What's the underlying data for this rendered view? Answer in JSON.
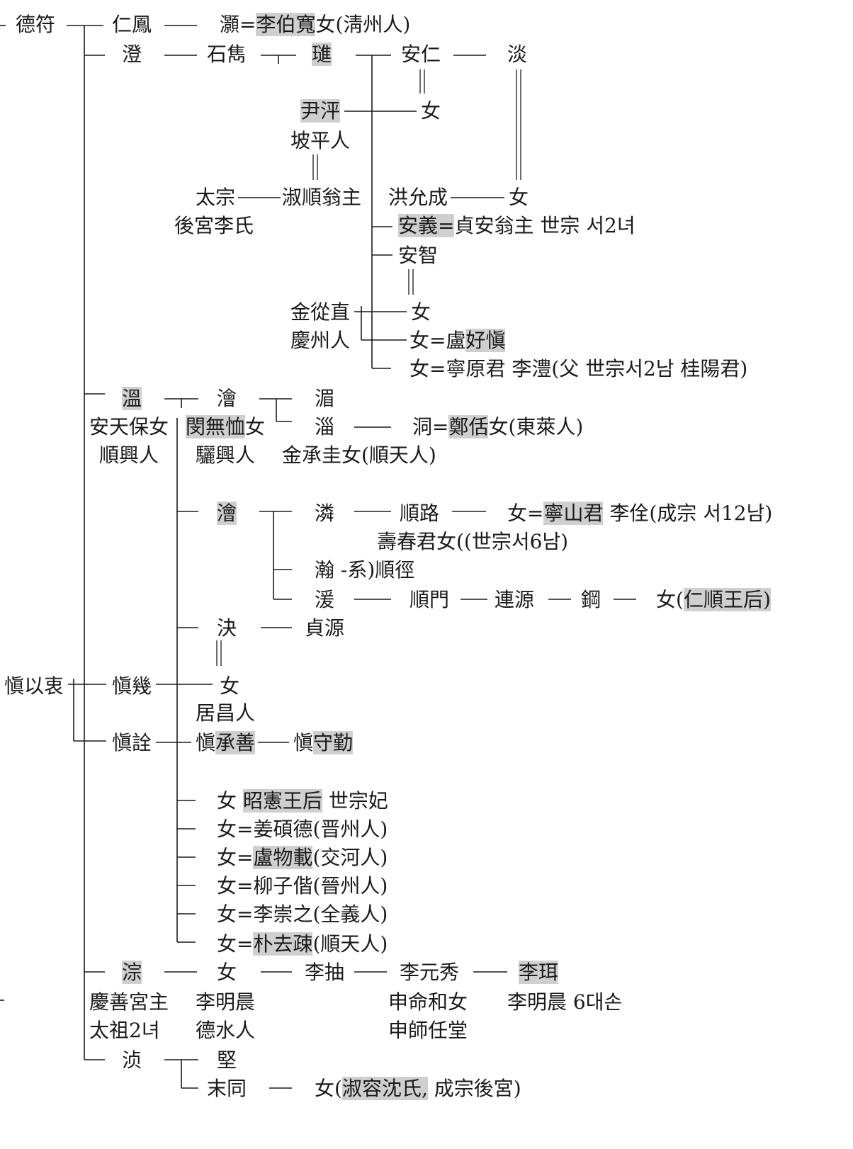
{
  "highlight_color": "#cfcfcf",
  "nodes": [
    {
      "id": "n-deokbu",
      "parts": [
        {
          "t": "德符"
        }
      ]
    },
    {
      "id": "n-inbong",
      "parts": [
        {
          "t": "仁鳳"
        }
      ]
    },
    {
      "id": "n-ho",
      "parts": [
        {
          "t": "灝="
        },
        {
          "t": "李伯寬",
          "h": true
        },
        {
          "t": "女(淸州人)"
        }
      ]
    },
    {
      "id": "n-jing",
      "parts": [
        {
          "t": "澄"
        }
      ]
    },
    {
      "id": "n-seokjun",
      "parts": [
        {
          "t": "石雋"
        }
      ]
    },
    {
      "id": "n-jin",
      "parts": [
        {
          "t": "璡",
          "h": true
        }
      ]
    },
    {
      "id": "n-anin",
      "parts": [
        {
          "t": "安仁"
        }
      ]
    },
    {
      "id": "n-dam",
      "parts": [
        {
          "t": "淡"
        }
      ]
    },
    {
      "id": "n-yunpyeong",
      "parts": [
        {
          "t": "尹泙",
          "h": true
        }
      ]
    },
    {
      "id": "n-yeo1",
      "parts": [
        {
          "t": "女"
        }
      ]
    },
    {
      "id": "n-papyeong",
      "parts": [
        {
          "t": "坡平人"
        }
      ]
    },
    {
      "id": "n-taejong",
      "parts": [
        {
          "t": "太宗"
        }
      ]
    },
    {
      "id": "n-suksun",
      "parts": [
        {
          "t": "淑順翁主"
        }
      ]
    },
    {
      "id": "n-hongyun",
      "parts": [
        {
          "t": "洪允成"
        }
      ]
    },
    {
      "id": "n-yeo2",
      "parts": [
        {
          "t": "女"
        }
      ]
    },
    {
      "id": "n-hugung",
      "parts": [
        {
          "t": "後宮李氏"
        }
      ]
    },
    {
      "id": "n-anui",
      "parts": [
        {
          "t": "安義=",
          "h": true
        },
        {
          "t": "貞安翁主  世宗  서2녀"
        }
      ]
    },
    {
      "id": "n-anji",
      "parts": [
        {
          "t": "安智"
        }
      ]
    },
    {
      "id": "n-kimjong",
      "parts": [
        {
          "t": "金從直"
        }
      ]
    },
    {
      "id": "n-yeo3",
      "parts": [
        {
          "t": "女"
        }
      ]
    },
    {
      "id": "n-gyeongju",
      "parts": [
        {
          "t": "慶州人"
        }
      ]
    },
    {
      "id": "n-yeo4",
      "parts": [
        {
          "t": "女=盧"
        },
        {
          "t": "好愼",
          "h": true
        }
      ]
    },
    {
      "id": "n-yeo5",
      "parts": [
        {
          "t": "女=寧原君  李澧(父  世宗서2남  桂陽君)"
        }
      ]
    },
    {
      "id": "n-on",
      "parts": [
        {
          "t": "溫",
          "h": true
        }
      ]
    },
    {
      "id": "n-hoe",
      "parts": [
        {
          "t": "澮"
        }
      ]
    },
    {
      "id": "n-mi",
      "parts": [
        {
          "t": "湄"
        }
      ]
    },
    {
      "id": "n-ancheonbo",
      "parts": [
        {
          "t": "安天保女"
        }
      ]
    },
    {
      "id": "n-minmuhyul",
      "parts": [
        {
          "t": "閔無恤",
          "h": true
        },
        {
          "t": "女"
        }
      ]
    },
    {
      "id": "n-chi",
      "parts": [
        {
          "t": "淄"
        }
      ]
    },
    {
      "id": "n-dong",
      "parts": [
        {
          "t": "洞="
        },
        {
          "t": "鄭佸",
          "h": true
        },
        {
          "t": "女(東萊人)"
        }
      ]
    },
    {
      "id": "n-sunheung",
      "parts": [
        {
          "t": "順興人"
        }
      ]
    },
    {
      "id": "n-yeoheung",
      "parts": [
        {
          "t": "驪興人"
        }
      ]
    },
    {
      "id": "n-kimseung",
      "parts": [
        {
          "t": "金承圭女(順天人)"
        }
      ]
    },
    {
      "id": "n-hoe2",
      "parts": [
        {
          "t": "澮",
          "h": true
        }
      ]
    },
    {
      "id": "n-rin",
      "parts": [
        {
          "t": "潾"
        }
      ]
    },
    {
      "id": "n-sunno",
      "parts": [
        {
          "t": "順路"
        }
      ]
    },
    {
      "id": "n-yeo6",
      "parts": [
        {
          "t": "女="
        },
        {
          "t": "寧山君",
          "h": true
        },
        {
          "t": "  李佺(成宗  서12남)"
        }
      ]
    },
    {
      "id": "n-suchun",
      "parts": [
        {
          "t": "壽春君女((世宗서6남)"
        }
      ]
    },
    {
      "id": "n-han",
      "parts": [
        {
          "t": "瀚  -系)順徑"
        }
      ]
    },
    {
      "id": "n-pa",
      "parts": [
        {
          "t": "湲"
        }
      ]
    },
    {
      "id": "n-sunmun",
      "parts": [
        {
          "t": "順門"
        }
      ]
    },
    {
      "id": "n-yeonwon",
      "parts": [
        {
          "t": "連源"
        }
      ]
    },
    {
      "id": "n-gang",
      "parts": [
        {
          "t": "鋼"
        }
      ]
    },
    {
      "id": "n-yeo7",
      "parts": [
        {
          "t": "女("
        },
        {
          "t": "仁順王后)",
          "h": true
        }
      ]
    },
    {
      "id": "n-gyeol",
      "parts": [
        {
          "t": "決"
        }
      ]
    },
    {
      "id": "n-jeongwon",
      "parts": [
        {
          "t": "貞源"
        }
      ]
    },
    {
      "id": "n-sinyi",
      "parts": [
        {
          "t": "愼以衷"
        }
      ]
    },
    {
      "id": "n-singi",
      "parts": [
        {
          "t": "愼幾"
        }
      ]
    },
    {
      "id": "n-yeo8",
      "parts": [
        {
          "t": "女"
        }
      ]
    },
    {
      "id": "n-geochang",
      "parts": [
        {
          "t": "居昌人"
        }
      ]
    },
    {
      "id": "n-sinjeon",
      "parts": [
        {
          "t": "愼詮"
        }
      ]
    },
    {
      "id": "n-sinseung",
      "parts": [
        {
          "t": "愼"
        },
        {
          "t": "承善",
          "h": true
        }
      ]
    },
    {
      "id": "n-sinsu",
      "parts": [
        {
          "t": "愼"
        },
        {
          "t": "守勤",
          "h": true
        }
      ]
    },
    {
      "id": "n-c1",
      "parts": [
        {
          "t": "女  "
        },
        {
          "t": "昭憲王后",
          "h": true
        },
        {
          "t": "  世宗妃"
        }
      ]
    },
    {
      "id": "n-c2",
      "parts": [
        {
          "t": "女=姜碩德(晋州人)"
        }
      ]
    },
    {
      "id": "n-c3",
      "parts": [
        {
          "t": "女="
        },
        {
          "t": "盧物載",
          "h": true
        },
        {
          "t": "(交河人)"
        }
      ]
    },
    {
      "id": "n-c4",
      "parts": [
        {
          "t": "女=柳子偕(晉州人)"
        }
      ]
    },
    {
      "id": "n-c5",
      "parts": [
        {
          "t": "女=李崇之(全義人)"
        }
      ]
    },
    {
      "id": "n-c6",
      "parts": [
        {
          "t": "女="
        },
        {
          "t": "朴去疎",
          "h": true
        },
        {
          "t": "(順天人)"
        }
      ]
    },
    {
      "id": "n-jong",
      "parts": [
        {
          "t": "淙",
          "h": true
        }
      ]
    },
    {
      "id": "n-yeo9",
      "parts": [
        {
          "t": "女"
        }
      ]
    },
    {
      "id": "n-ichu",
      "parts": [
        {
          "t": "李抽"
        }
      ]
    },
    {
      "id": "n-iwonsu",
      "parts": [
        {
          "t": "李元秀"
        }
      ]
    },
    {
      "id": "n-iyi",
      "parts": [
        {
          "t": "李珥",
          "h": true
        }
      ]
    },
    {
      "id": "n-gyeongseon",
      "parts": [
        {
          "t": "慶善宮主"
        }
      ]
    },
    {
      "id": "n-imyeong",
      "parts": [
        {
          "t": "李明晨"
        }
      ]
    },
    {
      "id": "n-sinmyeong",
      "parts": [
        {
          "t": "申命和女"
        }
      ]
    },
    {
      "id": "n-imyeong6",
      "parts": [
        {
          "t": "李明晨  6대손"
        }
      ]
    },
    {
      "id": "n-taejo",
      "parts": [
        {
          "t": "太祖2녀"
        }
      ]
    },
    {
      "id": "n-deoksu",
      "parts": [
        {
          "t": "德水人"
        }
      ]
    },
    {
      "id": "n-sinsaim",
      "parts": [
        {
          "t": "申師任堂"
        }
      ]
    },
    {
      "id": "n-jeong",
      "parts": [
        {
          "t": "浈"
        }
      ]
    },
    {
      "id": "n-gyeon",
      "parts": [
        {
          "t": "堅"
        }
      ]
    },
    {
      "id": "n-maldong",
      "parts": [
        {
          "t": "末同"
        }
      ]
    },
    {
      "id": "n-yeo10",
      "parts": [
        {
          "t": "女("
        },
        {
          "t": "淑容沈氏,",
          "h": true
        },
        {
          "t": " 成宗後宮)"
        }
      ]
    }
  ]
}
